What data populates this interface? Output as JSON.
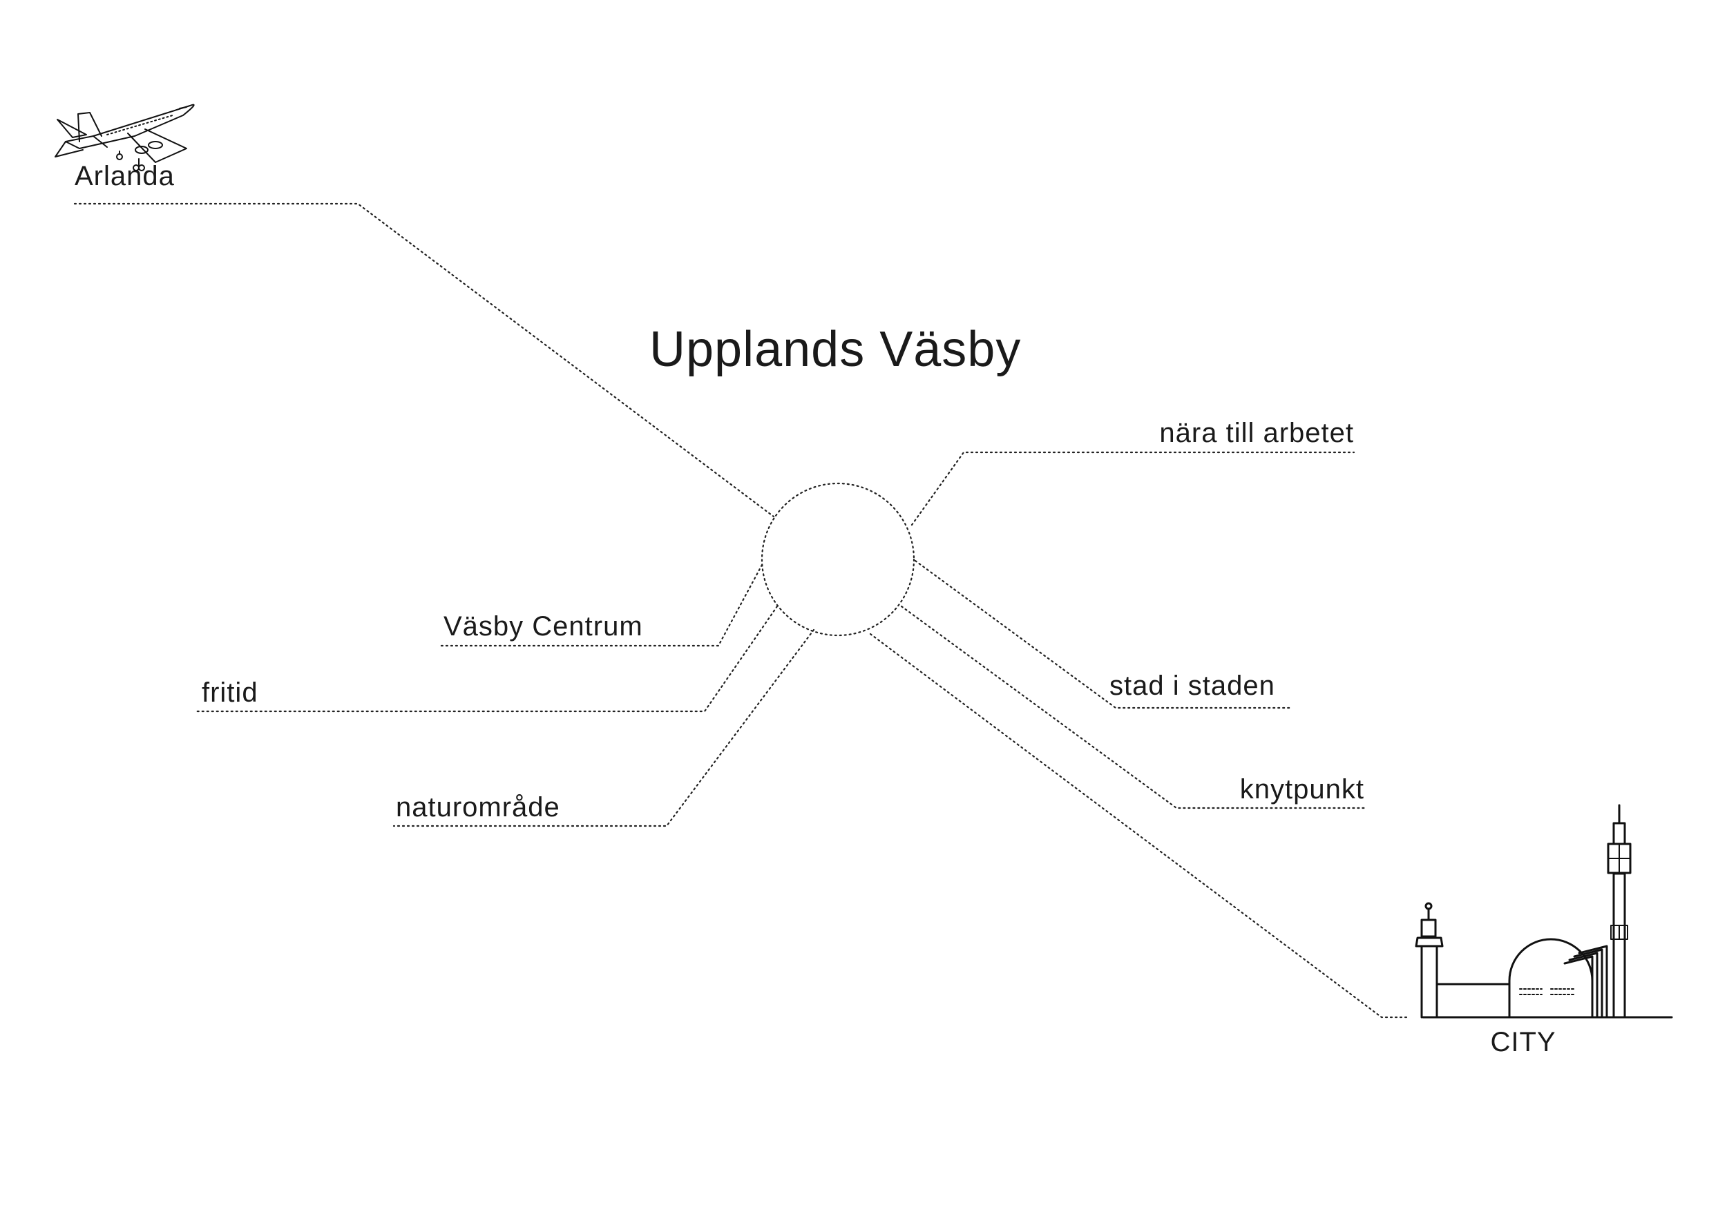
{
  "title": "Upplands Väsby",
  "nodes": {
    "arlanda": "Arlanda",
    "city": "CITY",
    "nara_till_arbetet": "nära till arbetet",
    "vasby_centrum": "Väsby Centrum",
    "fritid": "fritid",
    "stad_i_staden": "stad i staden",
    "naturomrade": "naturområde",
    "knytpunkt": "knytpunkt"
  },
  "icons": {
    "airplane": "airplane-icon",
    "skyline": "city-skyline-icon"
  }
}
